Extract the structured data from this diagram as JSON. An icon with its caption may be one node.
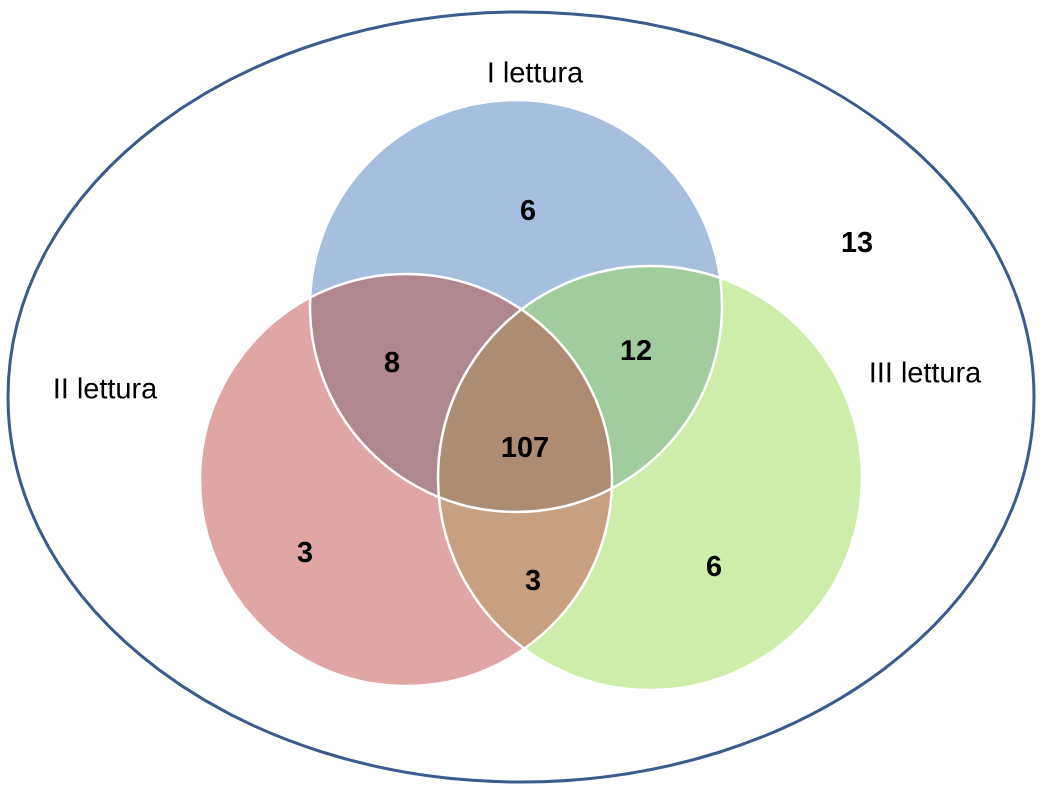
{
  "diagram": {
    "nodes": [
      {
        "text": [
          "13"
        ]
      },
      {
        "text": [
          "I lettura",
          "6"
        ],
        "in": 0
      },
      {
        "text": [
          "II lettura",
          "3"
        ],
        "in": 0
      },
      {
        "text": [
          "III lettura",
          "6"
        ],
        "in": 0
      }
    ],
    "labels": [
      "8",
      "12",
      "107",
      "3"
    ]
  }
}
